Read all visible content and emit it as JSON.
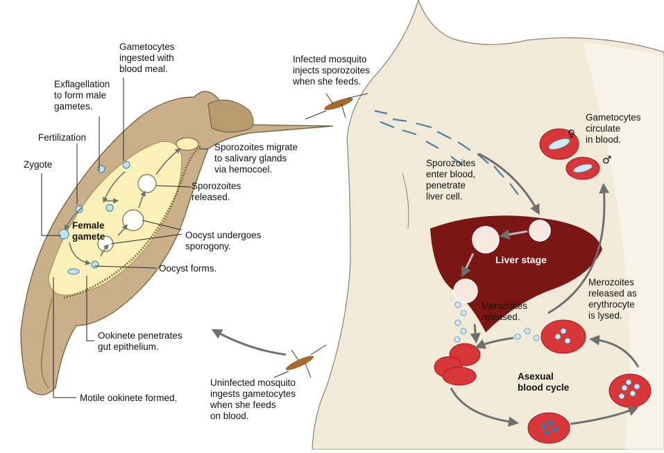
{
  "colors": {
    "skin": "#f2ead8",
    "skin_outline": "#8a8070",
    "mosquito_body": "#c9b08a",
    "gut": "#fbf1b8",
    "liver": "#7a1614",
    "rbc": "#d8373a",
    "arrow": "#6f6f6f"
  },
  "labels": {
    "gametocytes_ingested": "Gametocytes\ningested with\nblood meal.",
    "exflagellation": "Exflagellation\nto form male\ngametes.",
    "fertilization": "Fertilization",
    "zygote": "Zygote",
    "female_gamete": "Female\ngamete",
    "sporozoites_migrate": "Sporozoites migrate\nto salivary glands\nvia hemocoel.",
    "sporozoites_released": "Sporozoites\nreleased.",
    "oocyst_sporogony": "Oocyst undergoes\nsporogony.",
    "oocyst_forms": "Oocyst forms.",
    "ookinete_penetrates": "Ookinete penetrates\ngut epithelium.",
    "motile_ookinete": "Motile ookinete formed.",
    "infected_mosquito": "Infected mosquito\ninjects sporozoites\nwhen she feeds.",
    "sporozoites_enter": "Sporozoites\nenter blood,\npenetrate\nliver cell.",
    "gametocytes_circulate": "Gametocytes\ncirculate\nin blood.",
    "liver_stage": "Liver stage",
    "merozoites_released": "Merozoites\nreleased.",
    "merozoites_lysed": "Merozoites\nreleased as\nerythrocyte\nis lysed.",
    "asexual_cycle": "Asexual\nblood cycle",
    "uninfected_mosquito": "Uninfected mosquito\ningests gametocytes\nwhen she feeds\non blood."
  },
  "symbols": {
    "female": "♀",
    "male": "♂"
  }
}
